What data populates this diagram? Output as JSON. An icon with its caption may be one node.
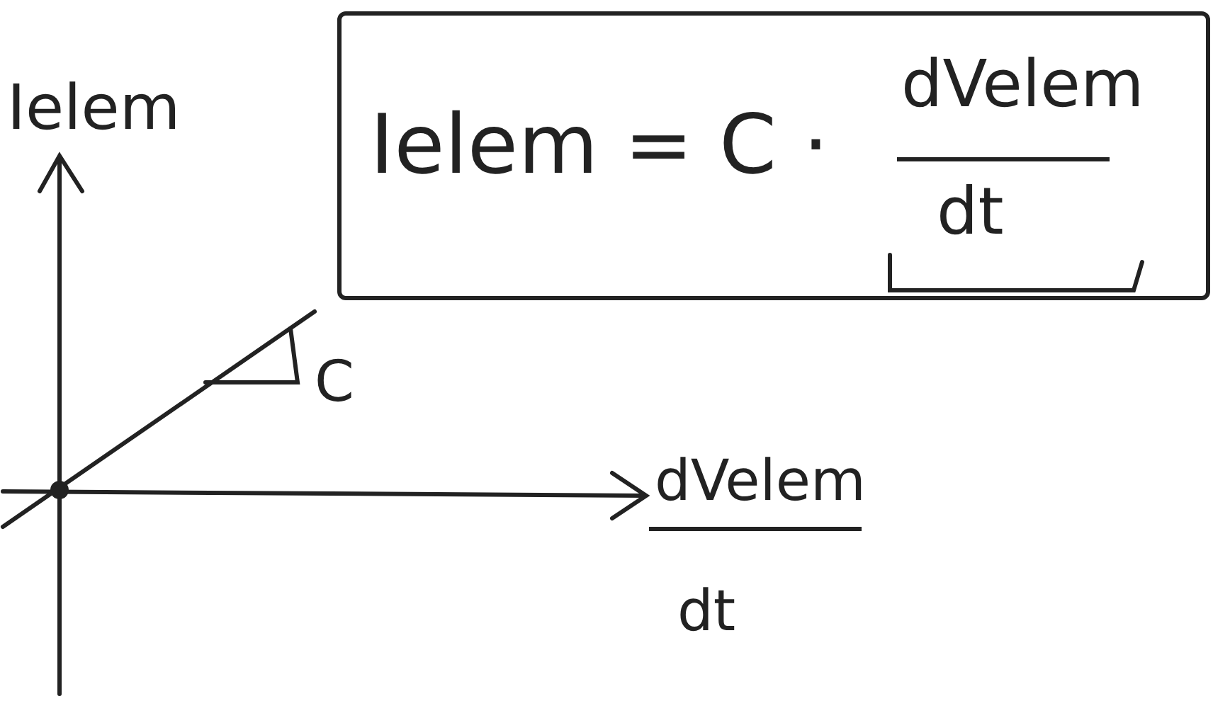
{
  "diagram": {
    "nodes": [
      {
        "text": [
          "Ielem = C ·",
          "dVelem",
          "dt"
        ]
      }
    ],
    "edges": [],
    "labels": [
      "Ielem",
      "C",
      "dVelem",
      "dt"
    ]
  }
}
